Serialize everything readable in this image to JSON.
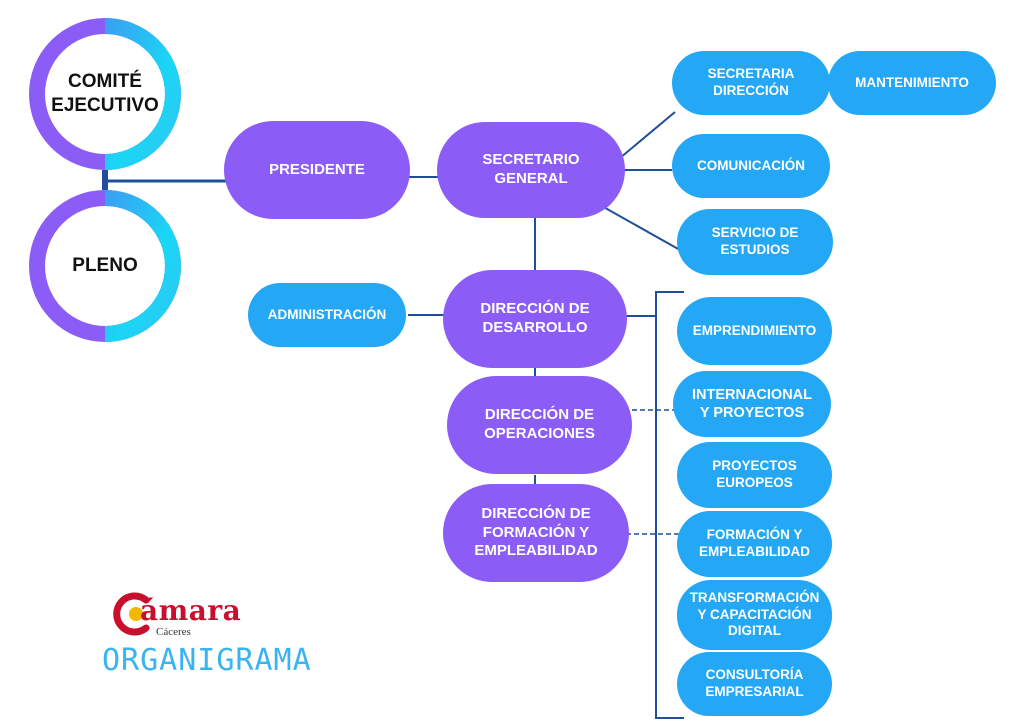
{
  "colors": {
    "purple": "#8c5cf7",
    "blue": "#24a8f5",
    "line": "#1f4e9a",
    "ring_purple": "#8c5cf7",
    "ring_cyan": "#1ad6f5"
  },
  "governance": {
    "comite": "COMITÉ\nEJECUTIVO",
    "pleno": "PLENO"
  },
  "main": {
    "presidente": "PRESIDENTE",
    "secretario": "SECRETARIO\nGENERAL",
    "dir_desarrollo": "DIRECCIÓN DE\nDESARROLLO",
    "dir_operaciones": "DIRECCIÓN DE\nOPERACIONES",
    "dir_formacion": "DIRECCIÓN DE\nFORMACIÓN Y\nEMPLEABILIDAD"
  },
  "secretaria_units": {
    "secretaria_direccion": "SECRETARIA\nDIRECCIÓN",
    "mantenimiento": "MANTENIMIENTO",
    "comunicacion": "COMUNICACIÓN",
    "servicio_estudios": "SERVICIO DE\nESTUDIOS"
  },
  "administracion": "ADMINISTRACIÓN",
  "departments": [
    "EMPRENDIMIENTO",
    "INTERNACIONAL\nY PROYECTOS",
    "PROYECTOS\nEUROPEOS",
    "FORMACIÓN Y\nEMPLEABILIDAD",
    "TRANSFORMACIÓN\nY CAPACITACIÓN\nDIGITAL",
    "CONSULTORÍA\nEMPRESARIAL"
  ],
  "logo": {
    "word": "ámara",
    "sub": "Cáceres",
    "mark": "C"
  },
  "title": "ORGANIGRAMA"
}
